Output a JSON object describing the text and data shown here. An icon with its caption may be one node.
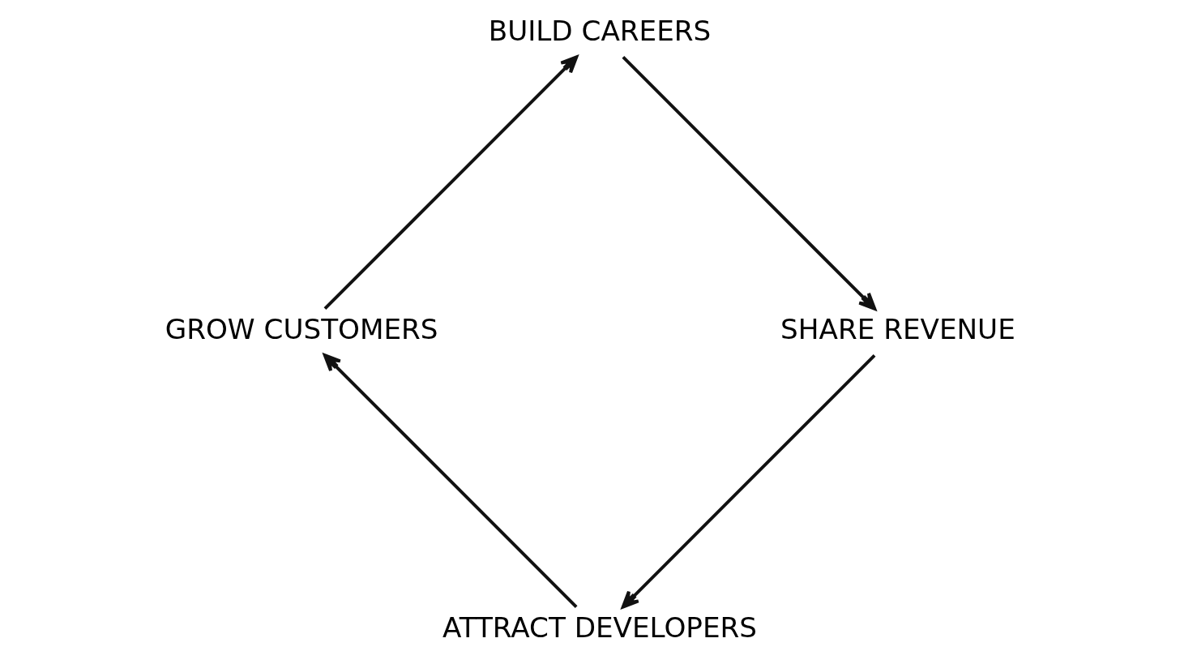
{
  "diagram": {
    "nodes": [
      {
        "text": [
          "ATTRACT DEVELOPERS"
        ]
      },
      {
        "text": [
          "GROW CUSTOMERS"
        ]
      },
      {
        "text": [
          "BUILD CAREERS"
        ]
      },
      {
        "text": [
          "SHARE REVENUE"
        ]
      }
    ],
    "edges": [
      {
        "from": 0,
        "to": 1,
        "arrow": "to"
      },
      {
        "from": 1,
        "to": 2,
        "arrow": "to"
      },
      {
        "from": 2,
        "to": 3,
        "arrow": "to"
      },
      {
        "from": 3,
        "to": 0,
        "arrow": "to"
      }
    ]
  }
}
